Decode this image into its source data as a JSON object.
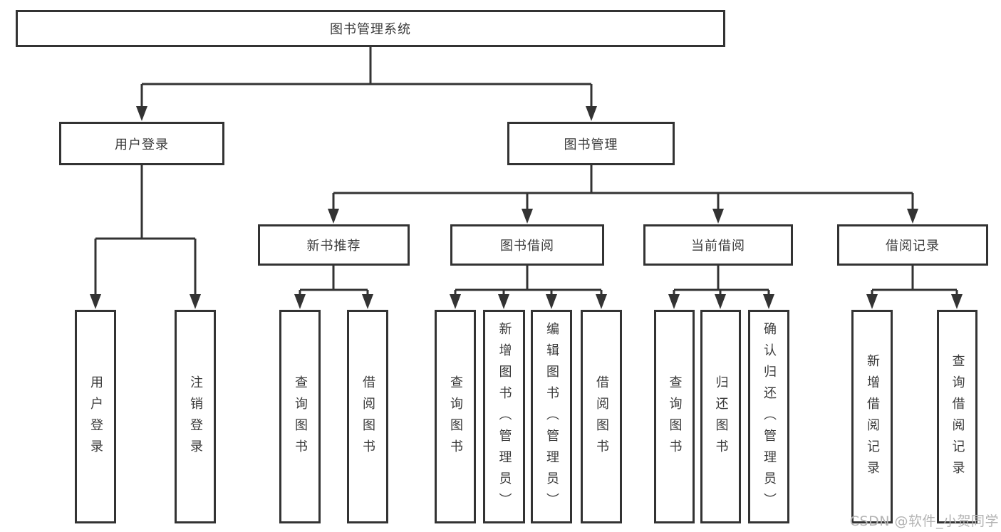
{
  "diagram": {
    "root": {
      "label": "图书管理系统"
    },
    "branches": [
      {
        "label": "用户登录",
        "children": [
          {
            "label": "用户登录"
          },
          {
            "label": "注销登录"
          }
        ]
      },
      {
        "label": "图书管理",
        "children": [
          {
            "label": "新书推荐",
            "children": [
              {
                "label": "查询图书"
              },
              {
                "label": "借阅图书"
              }
            ]
          },
          {
            "label": "图书借阅",
            "children": [
              {
                "label": "查询图书"
              },
              {
                "label": "新增图书（管理员）"
              },
              {
                "label": "编辑图书（管理员）"
              },
              {
                "label": "借阅图书"
              }
            ]
          },
          {
            "label": "当前借阅",
            "children": [
              {
                "label": "查询图书"
              },
              {
                "label": "归还图书"
              },
              {
                "label": "确认归还（管理员）"
              }
            ]
          },
          {
            "label": "借阅记录",
            "children": [
              {
                "label": "新增借阅记录"
              },
              {
                "label": "查询借阅记录"
              }
            ]
          }
        ]
      }
    ]
  },
  "watermark": {
    "text": "CSDN @软件_小贺同学"
  },
  "colors": {
    "line": "#333333",
    "text": "#3a3a3a",
    "box_background": "#ffffff",
    "watermark": "#b3b3b3",
    "page_background": "#ffffff"
  }
}
